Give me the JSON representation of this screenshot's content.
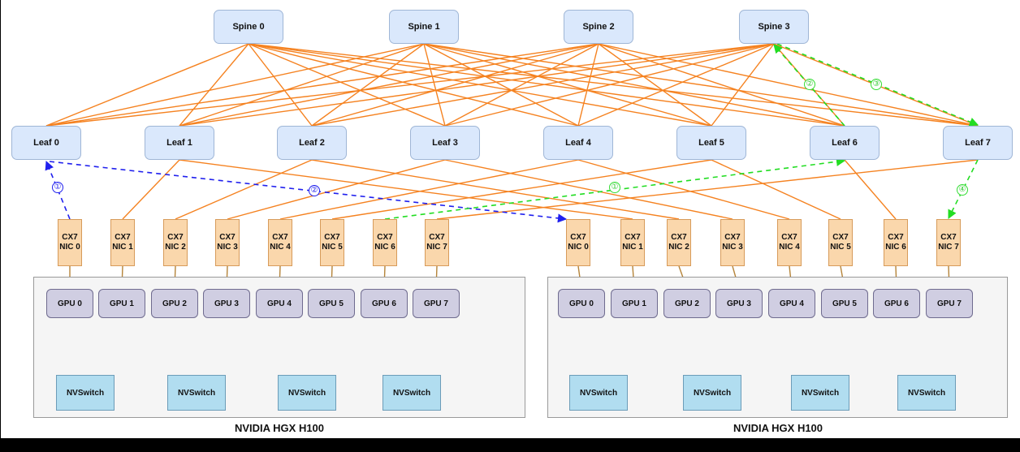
{
  "colors": {
    "spine_leaf_link": "#f58220",
    "nic_gpu_link": "#b5843a",
    "nvlink": "#33dd33",
    "path_blue": "#2020ee",
    "path_green": "#22dd22",
    "spine_fill": "#dae8fc",
    "nic_fill": "#fad7ac",
    "gpu_fill": "#d0cee2",
    "nvswitch_fill": "#b1ddf0"
  },
  "spines": [
    {
      "label": "Spine 0"
    },
    {
      "label": "Spine 1"
    },
    {
      "label": "Spine 2"
    },
    {
      "label": "Spine 3"
    }
  ],
  "leaves": [
    {
      "label": "Leaf 0"
    },
    {
      "label": "Leaf 1"
    },
    {
      "label": "Leaf 2"
    },
    {
      "label": "Leaf 3"
    },
    {
      "label": "Leaf 4"
    },
    {
      "label": "Leaf 5"
    },
    {
      "label": "Leaf 6"
    },
    {
      "label": "Leaf 7"
    }
  ],
  "servers": [
    {
      "label": "NVIDIA HGX H100",
      "nics": [
        {
          "line1": "CX7",
          "line2": "NIC 0"
        },
        {
          "line1": "CX7",
          "line2": "NIC 1"
        },
        {
          "line1": "CX7",
          "line2": "NIC 2"
        },
        {
          "line1": "CX7",
          "line2": "NIC 3"
        },
        {
          "line1": "CX7",
          "line2": "NIC 4"
        },
        {
          "line1": "CX7",
          "line2": "NIC 5"
        },
        {
          "line1": "CX7",
          "line2": "NIC 6"
        },
        {
          "line1": "CX7",
          "line2": "NIC 7"
        }
      ],
      "gpus": [
        "GPU 0",
        "GPU 1",
        "GPU 2",
        "GPU 3",
        "GPU 4",
        "GPU 5",
        "GPU 6",
        "GPU 7"
      ],
      "nvswitches": [
        "NVSwitch",
        "NVSwitch",
        "NVSwitch",
        "NVSwitch"
      ]
    },
    {
      "label": "NVIDIA HGX H100",
      "nics": [
        {
          "line1": "CX7",
          "line2": "NIC 0"
        },
        {
          "line1": "CX7",
          "line2": "NIC 1"
        },
        {
          "line1": "CX7",
          "line2": "NIC 2"
        },
        {
          "line1": "CX7",
          "line2": "NIC 3"
        },
        {
          "line1": "CX7",
          "line2": "NIC 4"
        },
        {
          "line1": "CX7",
          "line2": "NIC 5"
        },
        {
          "line1": "CX7",
          "line2": "NIC 6"
        },
        {
          "line1": "CX7",
          "line2": "NIC 7"
        }
      ],
      "gpus": [
        "GPU 0",
        "GPU 1",
        "GPU 2",
        "GPU 3",
        "GPU 4",
        "GPU 5",
        "GPU 6",
        "GPU 7"
      ],
      "nvswitches": [
        "NVSwitch",
        "NVSwitch",
        "NVSwitch",
        "NVSwitch"
      ]
    }
  ],
  "topology": {
    "spine_leaf": "full-mesh",
    "rail_links": "server NIC i connects to Leaf i",
    "gpu_nvswitch": "full-mesh per server"
  },
  "paths": {
    "blue": {
      "description": "Server 1 NIC 0 -> Leaf 0 -> Server 2 NIC 0",
      "steps": [
        {
          "label": "①",
          "from": "s0-nic0",
          "to": "leaf0"
        },
        {
          "label": "②",
          "from": "leaf0",
          "to": "s1-nic0"
        }
      ]
    },
    "green": {
      "description": "Server 1 NIC 6 -> Leaf 6 -> Spine 3 -> Leaf 7 -> Server 2 NIC 7",
      "steps": [
        {
          "label": "①",
          "from": "s0-nic6",
          "to": "leaf6"
        },
        {
          "label": "②",
          "from": "leaf6",
          "to": "spine3"
        },
        {
          "label": "③",
          "from": "spine3",
          "to": "leaf7"
        },
        {
          "label": "④",
          "from": "leaf7",
          "to": "s1-nic7"
        }
      ]
    }
  }
}
